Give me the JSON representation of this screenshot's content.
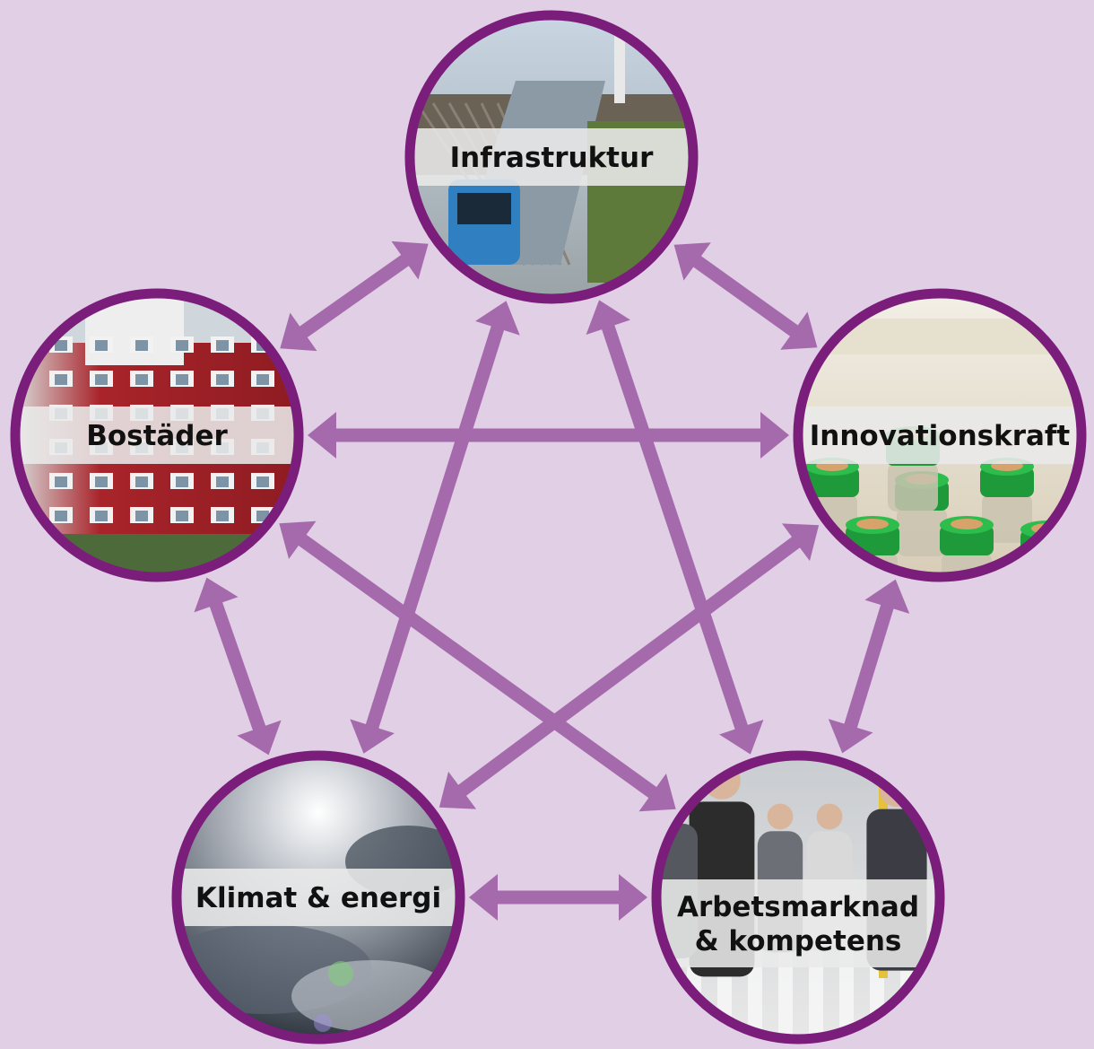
{
  "colors": {
    "background": "#e0cfe5",
    "arrow": "#a56aab",
    "ring": "#7b1e7b",
    "label_band": "#e9e9e9"
  },
  "nodes": [
    {
      "id": "infrastruktur",
      "lines": [
        "Infrastruktur"
      ],
      "photo": "train-photo"
    },
    {
      "id": "innovationskraft",
      "lines": [
        "Innovationskraft"
      ],
      "photo": "vials-photo"
    },
    {
      "id": "arbetsmarknad",
      "lines": [
        "Arbetsmarknad",
        "& kompetens"
      ],
      "photo": "crowd-photo"
    },
    {
      "id": "klimat",
      "lines": [
        "Klimat & energi"
      ],
      "photo": "clouds-photo"
    },
    {
      "id": "bostader",
      "lines": [
        "Bostäder"
      ],
      "photo": "apartment-photo"
    }
  ],
  "connections": [
    [
      "infrastruktur",
      "innovationskraft"
    ],
    [
      "infrastruktur",
      "bostader"
    ],
    [
      "infrastruktur",
      "klimat"
    ],
    [
      "infrastruktur",
      "arbetsmarknad"
    ],
    [
      "bostader",
      "innovationskraft"
    ],
    [
      "bostader",
      "klimat"
    ],
    [
      "bostader",
      "arbetsmarknad"
    ],
    [
      "innovationskraft",
      "klimat"
    ],
    [
      "innovationskraft",
      "arbetsmarknad"
    ],
    [
      "klimat",
      "arbetsmarknad"
    ]
  ]
}
